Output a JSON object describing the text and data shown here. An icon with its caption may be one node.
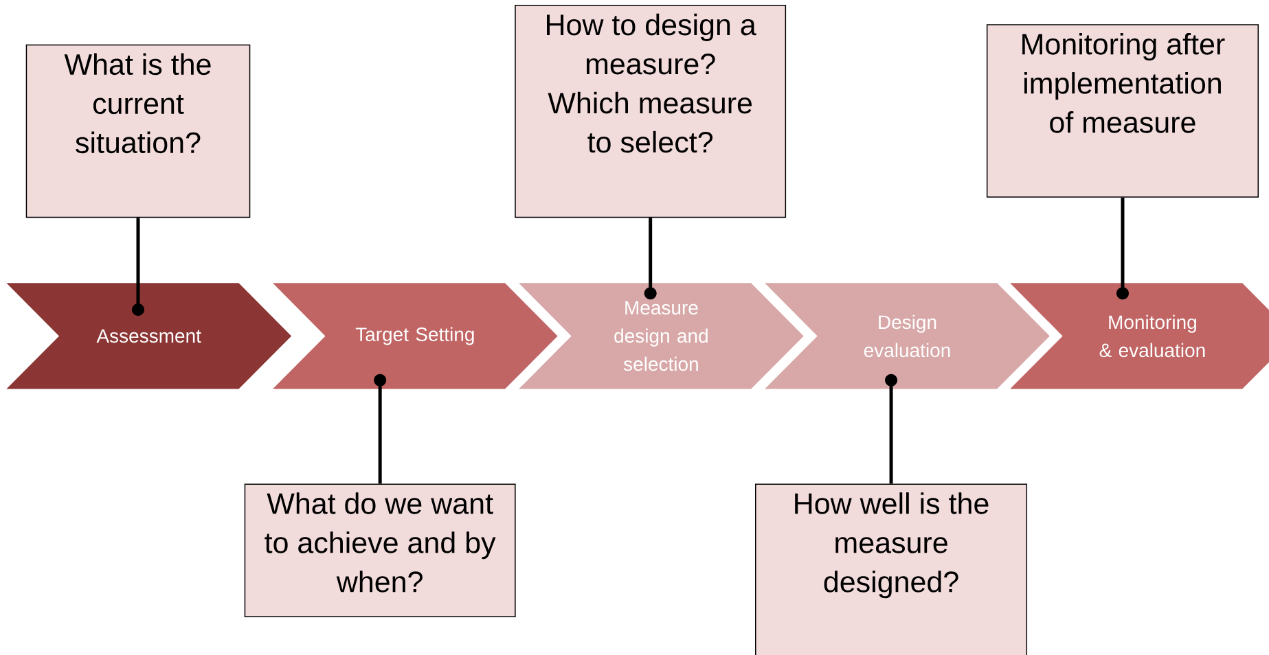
{
  "diagram": {
    "nodes": [
      {
        "text": [
          "What is the current situation?"
        ]
      },
      {
        "text": [
          "How to design a measure? Which measure to select?"
        ]
      },
      {
        "text": [
          "Monitoring after implementation of measure"
        ]
      },
      {
        "text": [
          "Assessment"
        ]
      },
      {
        "text": [
          "Target Setting"
        ]
      },
      {
        "text": [
          "Measure design and selection"
        ]
      },
      {
        "text": [
          "Design evaluation"
        ]
      },
      {
        "text": [
          "Monitoring & evaluation"
        ]
      },
      {
        "text": [
          "What do we want to achieve and by when?"
        ]
      },
      {
        "text": [
          "How well is the measure designed?"
        ]
      }
    ],
    "edges": [
      {
        "from": 0,
        "to": 3,
        "arrow": "other"
      },
      {
        "from": 8,
        "to": 4,
        "arrow": "other"
      },
      {
        "from": 1,
        "to": 5,
        "arrow": "other"
      },
      {
        "from": 9,
        "to": 6,
        "arrow": "other"
      },
      {
        "from": 2,
        "to": 7,
        "arrow": "other"
      }
    ]
  }
}
